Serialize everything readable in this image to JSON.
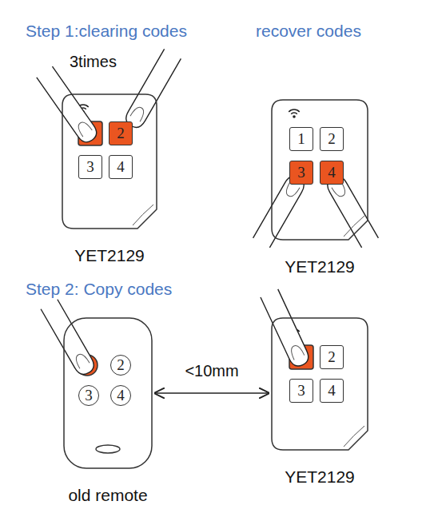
{
  "diagram": {
    "nodes": [
      {
        "text": [
          "YET2129"
        ]
      },
      {
        "text": [
          "2"
        ],
        "in": 0
      },
      {
        "text": [
          "3"
        ],
        "in": 0
      },
      {
        "text": [
          "4"
        ],
        "in": 0
      },
      {
        "text": [
          "YET2129"
        ]
      },
      {
        "text": [
          "1"
        ],
        "in": 4
      },
      {
        "text": [
          "2"
        ],
        "in": 4
      },
      {
        "text": [
          "3"
        ],
        "in": 4
      },
      {
        "text": [
          "4"
        ],
        "in": 4
      },
      {
        "text": [
          "old remote"
        ]
      },
      {
        "text": [
          "2"
        ],
        "in": 9
      },
      {
        "text": [
          "3"
        ],
        "in": 9
      },
      {
        "text": [
          "4"
        ],
        "in": 9
      },
      {
        "text": [
          "YET2129"
        ]
      },
      {
        "text": [
          "2"
        ],
        "in": 13
      },
      {
        "text": [
          "3"
        ],
        "in": 13
      },
      {
        "text": [
          "4"
        ],
        "in": 13
      }
    ],
    "edges": [
      {
        "from": 9,
        "to": 13,
        "label": "<10mm",
        "arrow": "both"
      }
    ],
    "labels": [
      "Step 1:clearing codes",
      "recover codes",
      "3times",
      "Step 2: Copy codes"
    ]
  }
}
